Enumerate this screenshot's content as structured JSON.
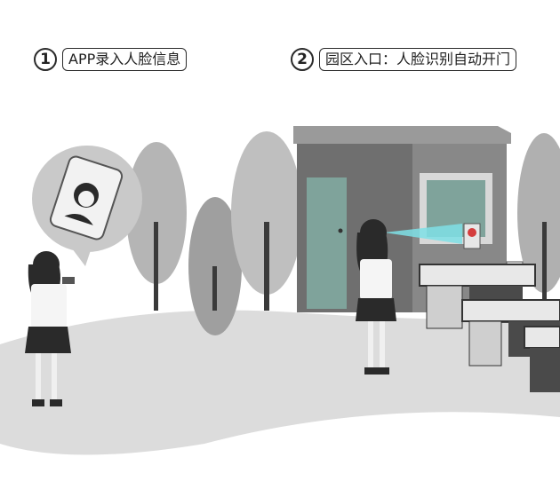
{
  "steps": [
    {
      "number": "1",
      "label": "APP录入人脸信息"
    },
    {
      "number": "2",
      "label": "园区入口：人脸识别自动开门"
    }
  ],
  "colors": {
    "ground": "#dcdcdc",
    "building_wall": "#7d7d7d",
    "building_roof": "#9a9a9a",
    "door": "#7fa39b",
    "scan_beam": "#7fe0e6",
    "tree": "#a9a9a9",
    "hair": "#2a2a2a"
  }
}
